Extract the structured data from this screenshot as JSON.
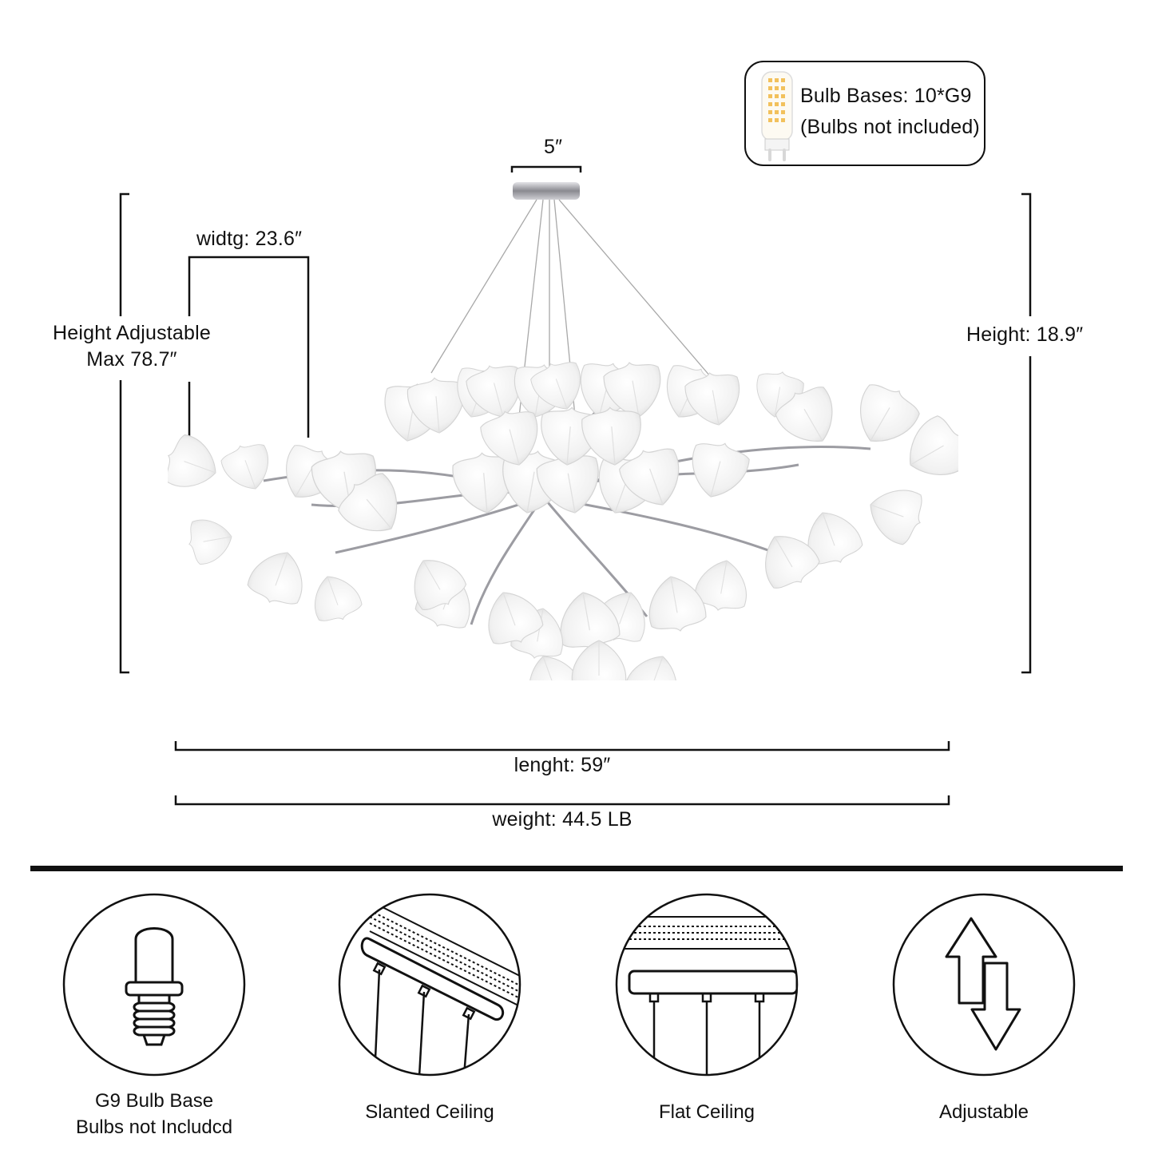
{
  "bulb_info": {
    "line1": "Bulb Bases: 10*G9",
    "line2": "(Bulbs not included)"
  },
  "dimensions": {
    "canopy": "5″",
    "width": "widtg: 23.6″",
    "height_adjustable_line1": "Height Adjustable",
    "height_adjustable_line2": "Max 78.7″",
    "height": "Height: 18.9″",
    "length": "lenght: 59″",
    "weight": "weight: 44.5 LB"
  },
  "features": [
    {
      "icon": "bulb-icon",
      "label_line1": "G9 Bulb Base",
      "label_line2": "Bulbs not Includcd"
    },
    {
      "icon": "slanted-ceiling-icon",
      "label_line1": "Slanted Ceiling",
      "label_line2": ""
    },
    {
      "icon": "flat-ceiling-icon",
      "label_line1": "Flat Ceiling",
      "label_line2": ""
    },
    {
      "icon": "adjustable-arrows-icon",
      "label_line1": "Adjustable",
      "label_line2": ""
    }
  ],
  "colors": {
    "line": "#111111",
    "leaf": "#f2f2f2",
    "chrome": "#b9b9bd"
  }
}
